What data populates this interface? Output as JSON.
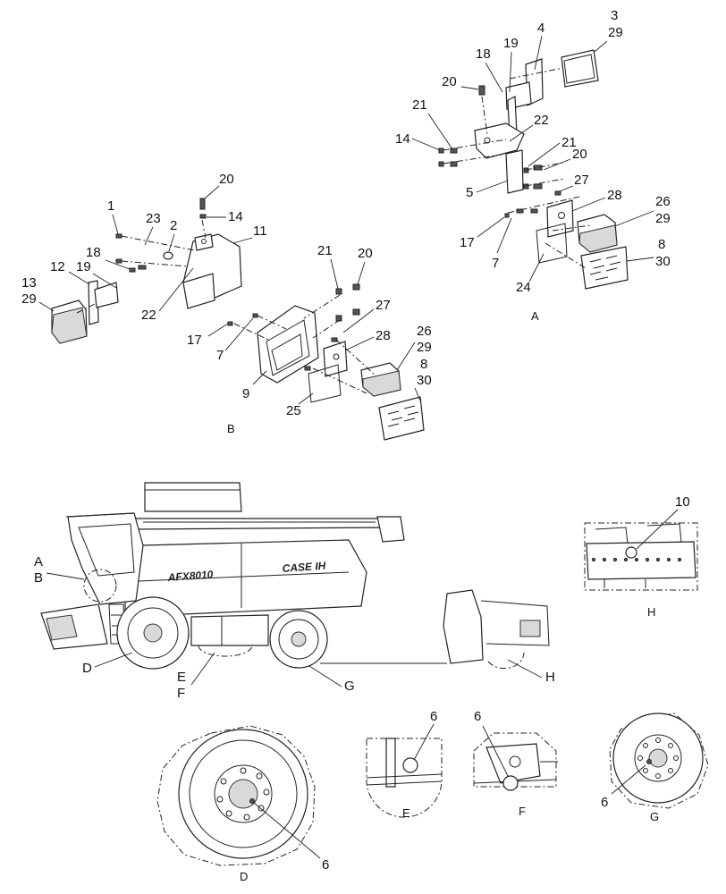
{
  "callouts": {
    "a_3": "3",
    "a_29_top": "29",
    "a_4": "4",
    "a_18": "18",
    "a_19": "19",
    "a_20_top": "20",
    "a_21_left": "21",
    "a_22": "22",
    "a_14": "14",
    "a_21_right": "21",
    "a_20_right": "20",
    "a_5": "5",
    "a_27": "27",
    "a_28": "28",
    "a_26": "26",
    "a_29_mid": "29",
    "a_17": "17",
    "a_7": "7",
    "a_8": "8",
    "a_30": "30",
    "a_24": "24",
    "b_20_top": "20",
    "b_1": "1",
    "b_23": "23",
    "b_2": "2",
    "b_14": "14",
    "b_11": "11",
    "b_18": "18",
    "b_12": "12",
    "b_19": "19",
    "b_13": "13",
    "b_29_left": "29",
    "b_22": "22",
    "b_21": "21",
    "b_20_right": "20",
    "b_27": "27",
    "b_17": "17",
    "b_7": "7",
    "b_28": "28",
    "b_26": "26",
    "b_29_right": "29",
    "b_9": "9",
    "b_8": "8",
    "b_30": "30",
    "b_25": "25",
    "m_10": "10",
    "m_a": "A",
    "m_b": "B",
    "m_d": "D",
    "m_e": "E",
    "m_f": "F",
    "m_g": "G",
    "m_h": "H",
    "d_6": "6",
    "e_6": "6",
    "f_6": "6",
    "g_6": "6"
  },
  "section_labels": {
    "view_a": "A",
    "view_b": "B",
    "view_h": "H",
    "view_d": "D",
    "view_e": "E",
    "view_f": "F",
    "view_g": "G"
  },
  "machine_text": {
    "model": "AFX8010",
    "brand": "CASE IH"
  }
}
